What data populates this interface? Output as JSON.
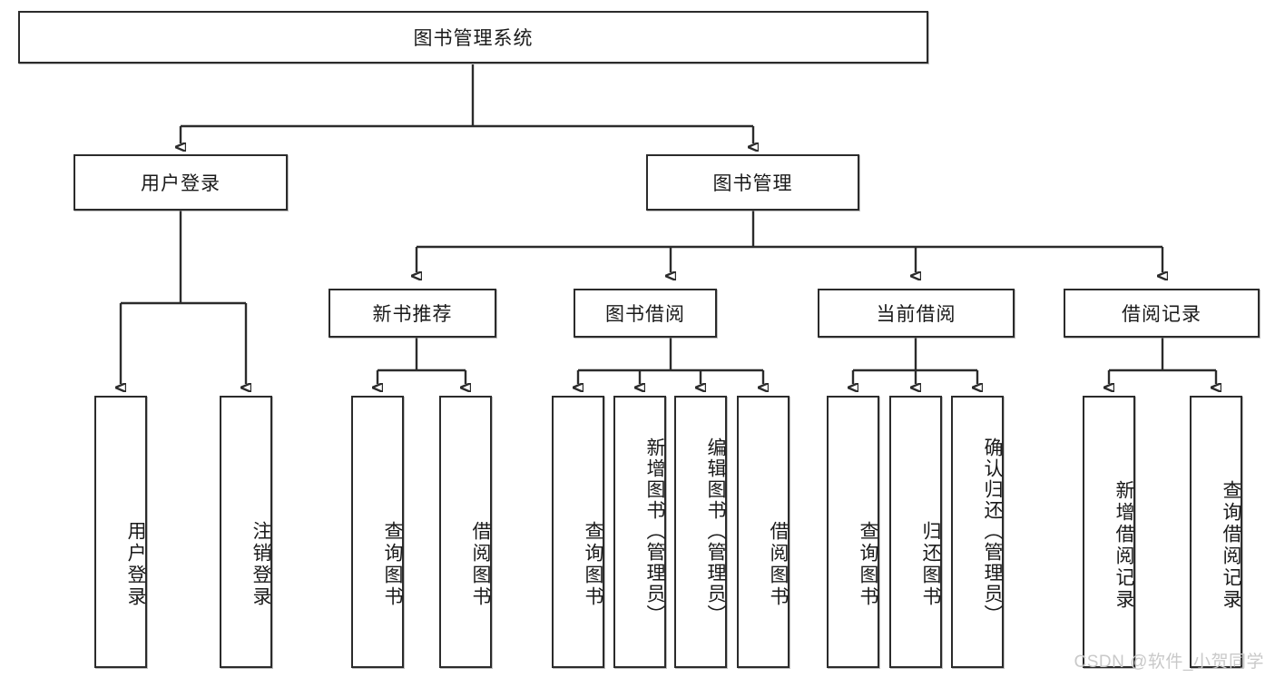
{
  "diagram": {
    "type": "tree-hierarchy",
    "title": "图书管理系统",
    "watermark": "CSDN @软件_小贺同学",
    "colors": {
      "stroke": "#2b2b2b",
      "fill": "#ffffff",
      "text": "#1a1a1a",
      "watermark": "#c9c9c9"
    },
    "root": {
      "label": "图书管理系统"
    },
    "level2": [
      {
        "id": "user-login",
        "label": "用户登录"
      },
      {
        "id": "book-manage",
        "label": "图书管理"
      }
    ],
    "level3": [
      {
        "id": "new-book-rec",
        "label": "新书推荐",
        "parent": "book-manage"
      },
      {
        "id": "book-borrow",
        "label": "图书借阅",
        "parent": "book-manage"
      },
      {
        "id": "current-borrow",
        "label": "当前借阅",
        "parent": "book-manage"
      },
      {
        "id": "borrow-record",
        "label": "借阅记录",
        "parent": "book-manage"
      }
    ],
    "leaves": [
      {
        "id": "leaf-user-login",
        "label": "用户登录",
        "parent": "user-login"
      },
      {
        "id": "leaf-user-logout",
        "label": "注销登录",
        "parent": "user-login"
      },
      {
        "id": "leaf-rec-query",
        "label": "查询图书",
        "parent": "new-book-rec"
      },
      {
        "id": "leaf-rec-borrow",
        "label": "借阅图书",
        "parent": "new-book-rec"
      },
      {
        "id": "leaf-borrow-query",
        "label": "查询图书",
        "parent": "book-borrow"
      },
      {
        "id": "leaf-borrow-add",
        "label": "新增图书（管理员）",
        "parent": "book-borrow"
      },
      {
        "id": "leaf-borrow-edit",
        "label": "编辑图书（管理员）",
        "parent": "book-borrow"
      },
      {
        "id": "leaf-borrow-lend",
        "label": "借阅图书",
        "parent": "book-borrow"
      },
      {
        "id": "leaf-cur-query",
        "label": "查询图书",
        "parent": "current-borrow"
      },
      {
        "id": "leaf-cur-return",
        "label": "归还图书",
        "parent": "current-borrow"
      },
      {
        "id": "leaf-cur-confirm",
        "label": "确认归还（管理员）",
        "parent": "current-borrow"
      },
      {
        "id": "leaf-rec-add",
        "label": "新增借阅记录",
        "parent": "borrow-record"
      },
      {
        "id": "leaf-rec-search",
        "label": "查询借阅记录",
        "parent": "borrow-record"
      }
    ]
  }
}
